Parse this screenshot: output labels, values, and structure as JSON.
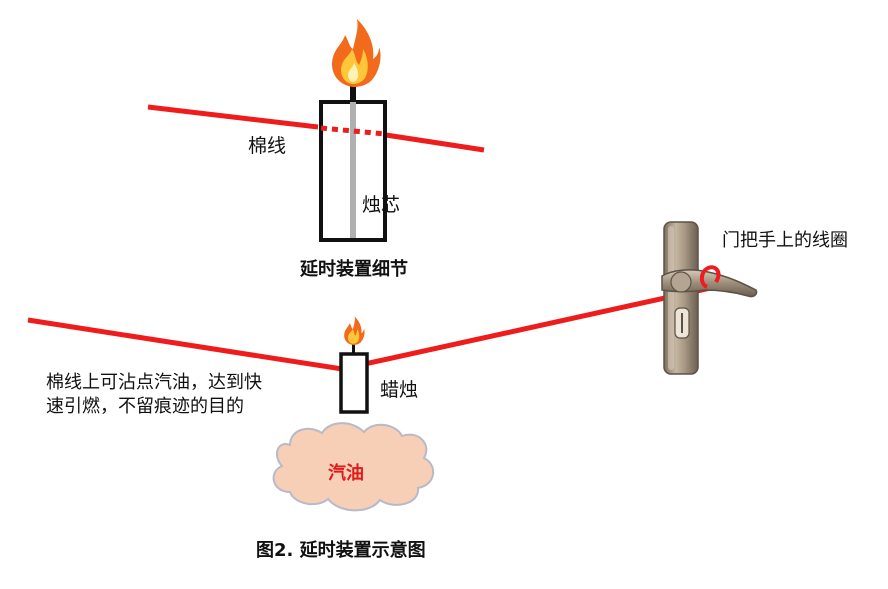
{
  "labels": {
    "cotton_thread": "棉线",
    "wick": "烛芯",
    "detail_title": "延时装置细节",
    "door_handle_loop": "门把手上的线圈",
    "note_line1": "棉线上可沾点汽油，达到快",
    "note_line2": "速引燃，不留痕迹的目的",
    "candle": "蜡烛",
    "gasoline": "汽油",
    "figure_caption": "图2. 延时装置示意图"
  },
  "colors": {
    "thread": "#ee1c1c",
    "outline": "#111111",
    "wick": "#b0b0b0",
    "cloud_fill": "#f7cfb6",
    "cloud_stroke": "#b9b9c8",
    "gasoline_text": "#e01b1b",
    "flame_outer": "#f26a1b",
    "flame_inner": "#ffc63a",
    "handle_metal": "#a69580"
  },
  "icons": {
    "flame": "flame-icon",
    "door_handle": "door-handle-icon",
    "cloud": "cloud-shape"
  }
}
